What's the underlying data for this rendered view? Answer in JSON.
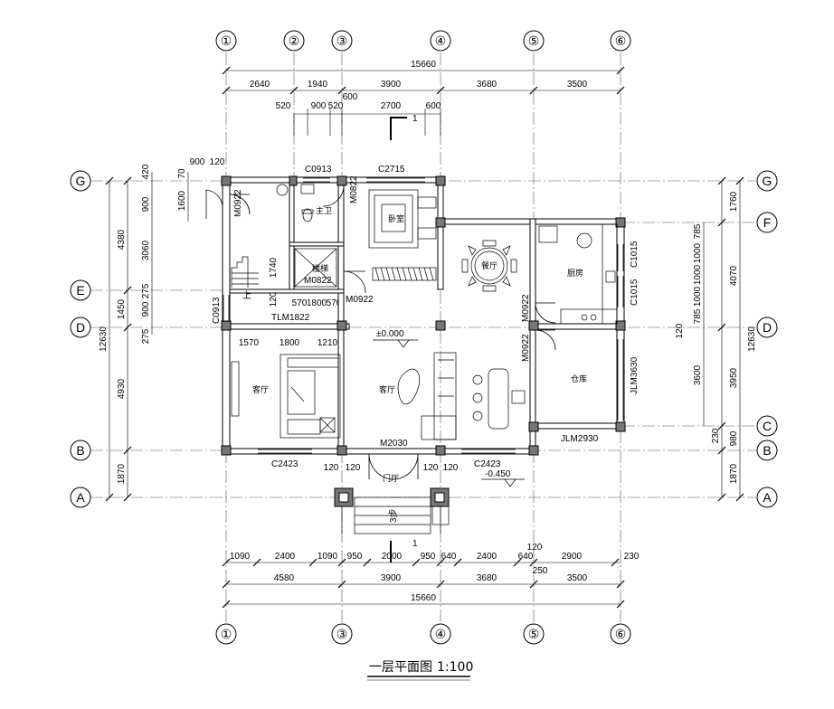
{
  "title": "一层平面图",
  "scale": "1:100",
  "colors": {
    "line": "#000000",
    "axis": "#555555",
    "wall": "#777777",
    "bg": "#ffffff"
  },
  "axes": {
    "top": [
      "①",
      "②",
      "③",
      "④",
      "⑤",
      "⑥"
    ],
    "bottom": [
      "①",
      "③",
      "④",
      "⑤",
      "⑥"
    ],
    "left": [
      "G",
      "E",
      "D",
      "B",
      "A"
    ],
    "right": [
      "G",
      "F",
      "D",
      "C",
      "B",
      "A"
    ]
  },
  "dims": {
    "top_total": "15660",
    "top_row1": [
      "2640",
      "1940",
      "3900",
      "3680",
      "3500"
    ],
    "top_row2": [
      "520",
      "900",
      "520",
      "2700",
      "600"
    ],
    "top_extra": "600",
    "bottom_row1": [
      "1090",
      "2400",
      "1090",
      "950",
      "2000",
      "950",
      "640",
      "2400",
      "640",
      "2900",
      "230"
    ],
    "bottom_row1_extra": [
      "120",
      "250"
    ],
    "bottom_row2": [
      "4580",
      "3900",
      "3680",
      "3500"
    ],
    "bottom_total": "15660",
    "left_outer": [
      "4380",
      "1450",
      "4930",
      "1870"
    ],
    "left_total": "12630",
    "left_inner": [
      "420",
      "900",
      "3060",
      "275",
      "900",
      "275"
    ],
    "left_inner2": [
      "70",
      "1600"
    ],
    "right_outer": [
      "1760",
      "4070",
      "3950",
      "980",
      "1870"
    ],
    "right_total": "12630",
    "right_inner": [
      "785",
      "1000",
      "1000",
      "1000",
      "785",
      "120",
      "3600",
      "230"
    ],
    "misc": [
      "900",
      "120",
      "1740",
      "120",
      "570",
      "1800",
      "570",
      "1570",
      "1800",
      "1210",
      "120",
      "120",
      "120",
      "120"
    ]
  },
  "rooms": {
    "bedroom": "卧室",
    "bathroom": "主卫",
    "stairs": "楼梯",
    "dining": "餐厅",
    "kitchen": "厨房",
    "living_left": "客厅",
    "living_center": "客厅",
    "storage": "仓库",
    "foyer": "门厅"
  },
  "labels": {
    "c0913_top": "C0913",
    "c2715": "C2715",
    "m0822_a": "M0822",
    "m0822_b": "M0822",
    "m0922_left": "M0922",
    "m0922_center": "M0922",
    "m0922_right_a": "M0922",
    "m0922_right_b": "M0922",
    "c0913_left": "C0913",
    "tlm1822": "TLM1822",
    "c1015_a": "C1015",
    "c1015_b": "C1015",
    "jlm3630": "JLM3630",
    "jlm2930": "JLM2930",
    "m2030": "M2030",
    "c2423_a": "C2423",
    "c2423_b": "C2423",
    "elev0": "±0.000",
    "elev1": "-0.450",
    "up": "上",
    "section": "1",
    "step": "3步"
  }
}
